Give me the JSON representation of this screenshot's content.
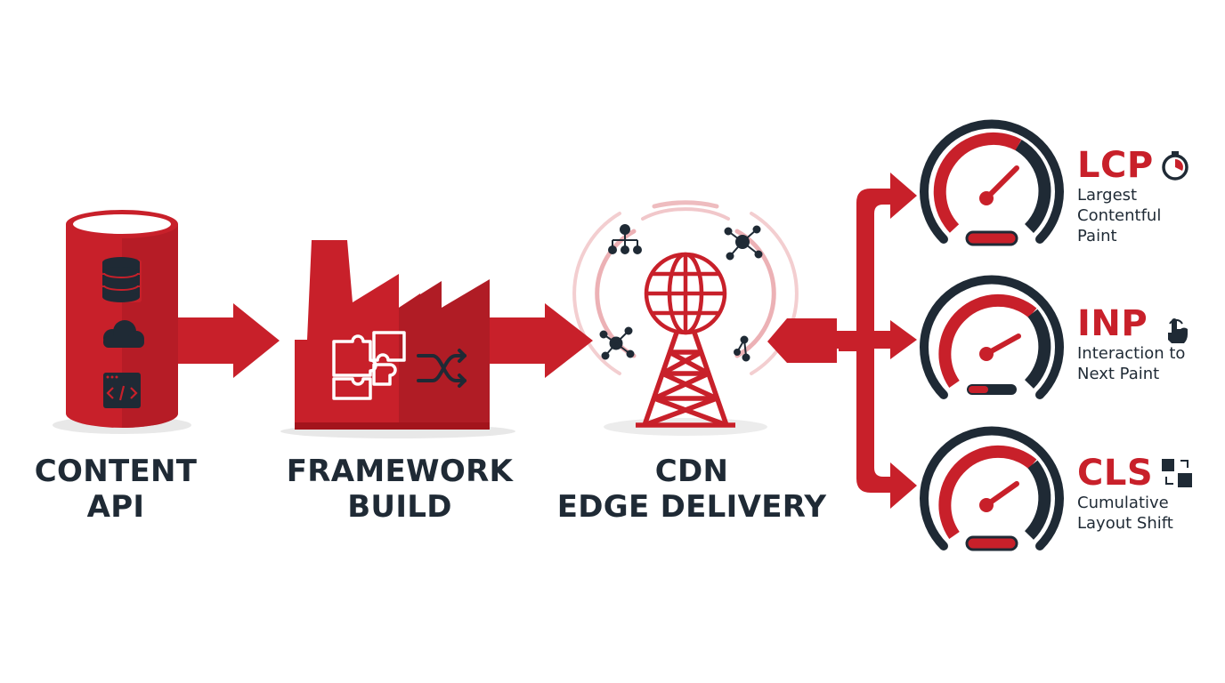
{
  "stages": [
    {
      "id": "content-api",
      "lines": [
        "CONTENT",
        "API"
      ]
    },
    {
      "id": "framework-build",
      "lines": [
        "FRAMEWORK",
        "BUILD"
      ]
    },
    {
      "id": "cdn-edge-delivery",
      "lines": [
        "CDN",
        "EDGE DELIVERY"
      ]
    }
  ],
  "metrics": [
    {
      "abbr": "LCP",
      "desc": [
        "Largest",
        "Contentful",
        "Paint"
      ],
      "icon": "stopwatch-icon"
    },
    {
      "abbr": "INP",
      "desc": [
        "Interaction to",
        "Next Paint"
      ],
      "icon": "pointer-hand-icon"
    },
    {
      "abbr": "CLS",
      "desc": [
        "Cumulative",
        "Layout Shift"
      ],
      "icon": "layout-shift-icon"
    }
  ],
  "colors": {
    "primary_red": "#c8202a",
    "dark_red": "#a3141c",
    "navy": "#1f2a35",
    "light_red": "#f2b8bb"
  }
}
